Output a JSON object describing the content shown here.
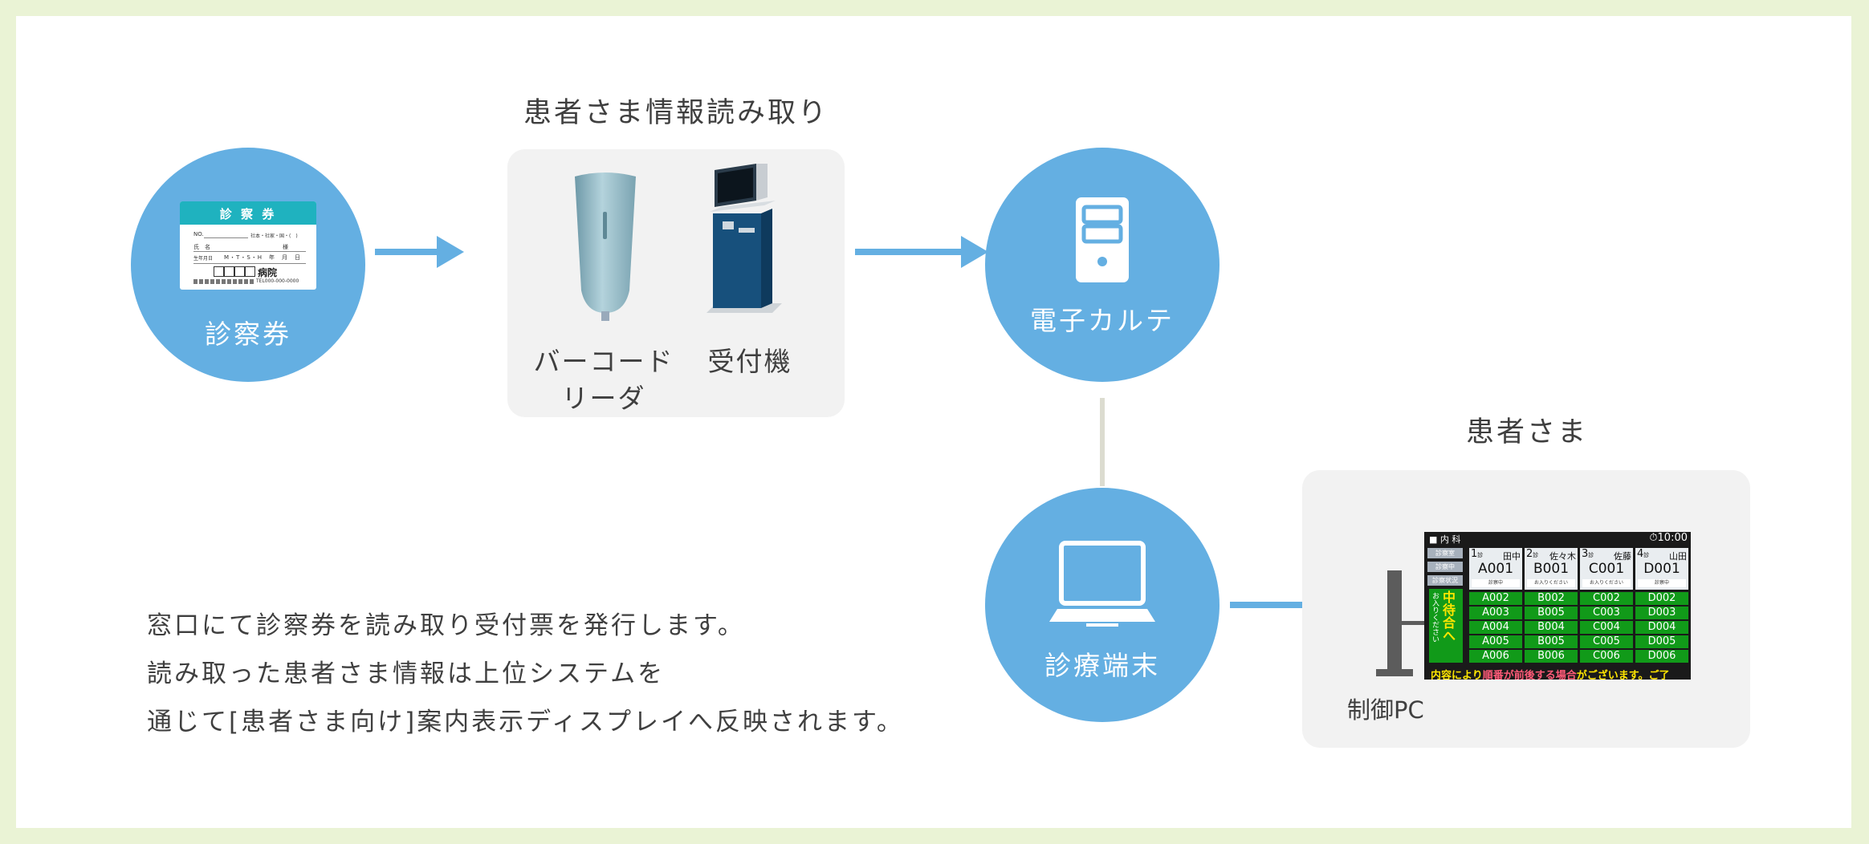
{
  "colors": {
    "page_bg": "#eaf3d5",
    "circle_blue": "#64afe2",
    "panel_gray": "#f2f2f2",
    "text": "#3f3f3f",
    "display_green": "#119a19"
  },
  "card": {
    "circle_label": "診察券",
    "title": "診 察 券",
    "no": "NO.",
    "category": "社本・社家・国・(　)",
    "name_label": "氏　名",
    "honorific": "様",
    "dob_label": "生年月日",
    "eras": "M・T・S・H　年　月　日",
    "hospital_suffix": "病院",
    "tel": "TEL000-000-0000",
    "icon": "card-icon"
  },
  "reader": {
    "heading": "患者さま情報読み取り",
    "barcode_label_1": "バーコード",
    "barcode_label_2": "リーダ",
    "kiosk_label": "受付機"
  },
  "emr": {
    "label": "電子カルテ",
    "icon": "server-icon"
  },
  "terminal": {
    "label": "診療端末",
    "icon": "laptop-icon"
  },
  "patient": {
    "heading": "患者さま",
    "pc_label": "制御PC"
  },
  "display": {
    "dept": "■ 内 科",
    "clock": "⏱10:00",
    "side_labels": [
      "診察室",
      "診察中",
      "診察状況"
    ],
    "waiting_label": "中待合へ",
    "waiting_sub": "お入りください",
    "rooms": [
      {
        "room": "1",
        "suffix": "診",
        "doctor": "田中",
        "current": "A001",
        "status": "診察中",
        "queue": [
          "A002",
          "A003",
          "A004",
          "A005",
          "A006"
        ]
      },
      {
        "room": "2",
        "suffix": "診",
        "doctor": "佐々木",
        "current": "B001",
        "status": "お入りください",
        "queue": [
          "B002",
          "B005",
          "B004",
          "B005",
          "B006"
        ]
      },
      {
        "room": "3",
        "suffix": "診",
        "doctor": "佐藤",
        "current": "C001",
        "status": "お入りください",
        "queue": [
          "C002",
          "C003",
          "C004",
          "C005",
          "C006"
        ]
      },
      {
        "room": "4",
        "suffix": "診",
        "doctor": "山田",
        "current": "D001",
        "status": "診察中",
        "queue": [
          "D002",
          "D003",
          "D004",
          "D005",
          "D006"
        ]
      }
    ],
    "ticker_1": "内容により",
    "ticker_2": "順番が前後する場合",
    "ticker_3": "がございます。ご了"
  },
  "description": [
    "窓口にて診察券を読み取り受付票を発行します。",
    "読み取った患者さま情報は上位システムを",
    "通じて[患者さま向け]案内表示ディスプレイへ反映されます。"
  ]
}
